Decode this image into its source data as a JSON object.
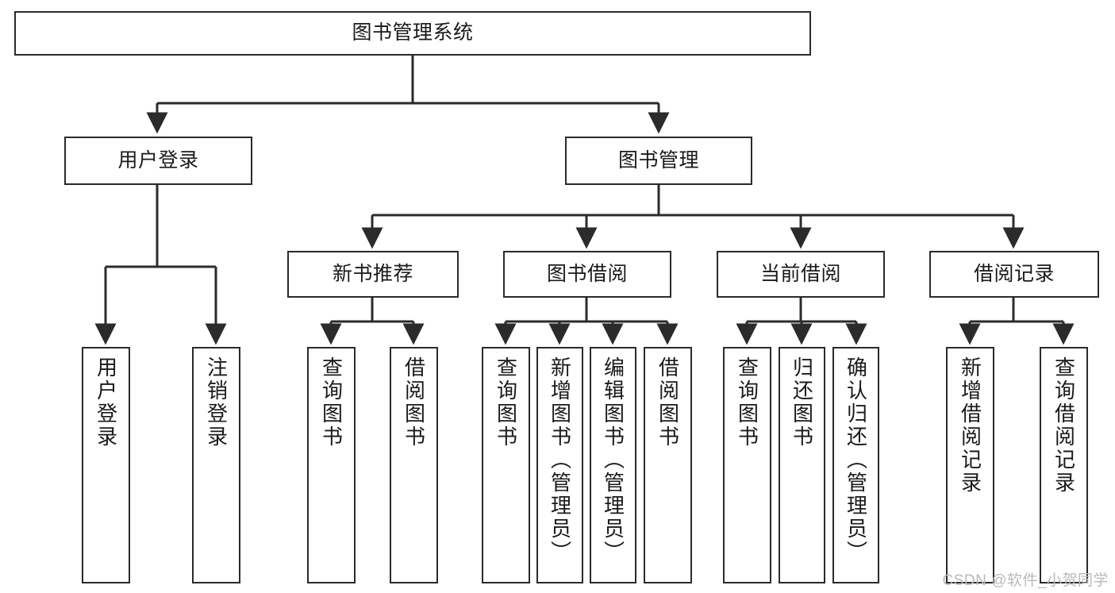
{
  "diagram": {
    "type": "tree-hierarchy",
    "title": "图书管理系统",
    "watermark": "CSDN @软件_小贺同学",
    "colors": {
      "stroke": "#2b2b2b",
      "fill": "#ffffff",
      "text": "#1a1a1a",
      "watermark": "#b9b9b9"
    },
    "root": {
      "label": "图书管理系统"
    },
    "level2": [
      {
        "label": "用户登录"
      },
      {
        "label": "图书管理"
      }
    ],
    "level3": [
      {
        "label": "新书推荐"
      },
      {
        "label": "图书借阅"
      },
      {
        "label": "当前借阅"
      },
      {
        "label": "借阅记录"
      }
    ],
    "leaves": {
      "user_login": [
        {
          "label": "用户登录"
        },
        {
          "label": "注销登录"
        }
      ],
      "new_book_recommend": [
        {
          "label": "查询图书"
        },
        {
          "label": "借阅图书"
        }
      ],
      "book_borrow": [
        {
          "label": "查询图书"
        },
        {
          "label": "新增图书（管理员）"
        },
        {
          "label": "编辑图书（管理员）"
        },
        {
          "label": "借阅图书"
        }
      ],
      "current_borrow": [
        {
          "label": "查询图书"
        },
        {
          "label": "归还图书"
        },
        {
          "label": "确认归还（管理员）"
        }
      ],
      "borrow_records": [
        {
          "label": "新增借阅记录"
        },
        {
          "label": "查询借阅记录"
        }
      ]
    }
  }
}
